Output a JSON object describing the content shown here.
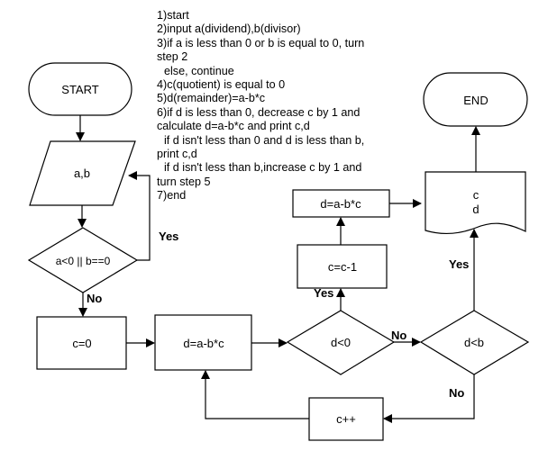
{
  "algorithm_steps": [
    {
      "text": "1)start",
      "indent": false
    },
    {
      "text": "2)input a(dividend),b(divisor)",
      "indent": false
    },
    {
      "text": "3)if a is less than 0 or b is equal to 0, turn",
      "indent": false
    },
    {
      "text": "step 2",
      "indent": false
    },
    {
      "text": "else, continue",
      "indent": true
    },
    {
      "text": "4)c(quotient) is equal to 0",
      "indent": false
    },
    {
      "text": "5)d(remainder)=a-b*c",
      "indent": false
    },
    {
      "text": "6)if d is less than 0, decrease c by 1 and",
      "indent": false
    },
    {
      "text": "calculate d=a-b*c and print c,d",
      "indent": false
    },
    {
      "text": "if d isn't less than 0 and d is less than b,",
      "indent": true
    },
    {
      "text": "print c,d",
      "indent": false
    },
    {
      "text": "if d isn't less than b,increase c by 1 and",
      "indent": true
    },
    {
      "text": "turn step 5",
      "indent": false
    },
    {
      "text": "7)end",
      "indent": false
    }
  ],
  "nodes": {
    "start": "START",
    "input": "a,b",
    "check_input": "a<0 || b==0",
    "init_c": "c=0",
    "calc_d": "d=a-b*c",
    "check_negative": "d<0",
    "decrement": "c=c-1",
    "recalc_d": "d=a-b*c",
    "check_less_b": "d<b",
    "increment": "c++",
    "output_line1": "c",
    "output_line2": "d",
    "end": "END"
  },
  "edge_labels": {
    "check_input_yes": "Yes",
    "check_input_no": "No",
    "check_negative_yes": "Yes",
    "check_negative_no": "No",
    "check_less_b_yes": "Yes",
    "check_less_b_no": "No"
  }
}
